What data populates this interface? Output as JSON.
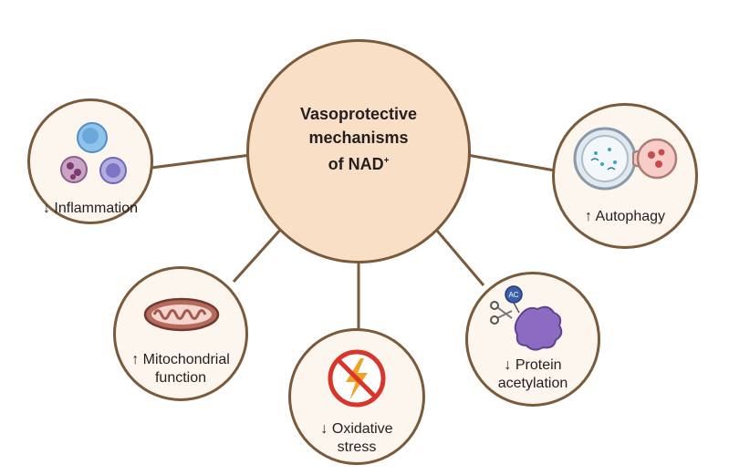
{
  "center": {
    "line1": "Vasoprotective",
    "line2": "mechanisms",
    "line3_main": "of NAD",
    "line3_sup": "+"
  },
  "nodes": {
    "inflammation": {
      "label": "↓ Inflammation"
    },
    "autophagy": {
      "label": "↑ Autophagy"
    },
    "mitochondrial": {
      "line1": "↑ Mitochondrial",
      "line2": "function"
    },
    "oxidative": {
      "line1": "↓ Oxidative",
      "line2": "stress"
    },
    "protein": {
      "line1": "↓ Protein",
      "line2": "acetylation",
      "ac_badge": "AC"
    }
  },
  "colors": {
    "ring": "#7a5a3a",
    "center_fill": "#f8dfc6",
    "node_fill": "#fdf6ee"
  }
}
